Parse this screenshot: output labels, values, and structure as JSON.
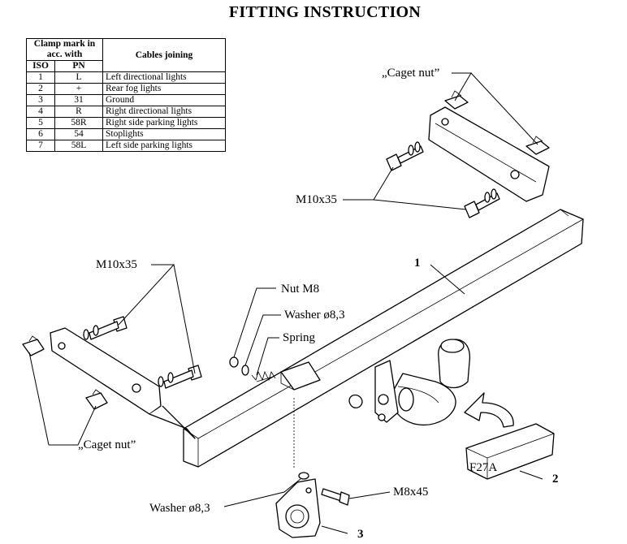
{
  "title": "FITTING INSTRUCTION",
  "table": {
    "group_header": "Clamp mark in acc. with",
    "cables_header": "Cables joining",
    "col_iso": "ISO",
    "col_pn": "PN",
    "rows": [
      {
        "iso": "1",
        "pn": "L",
        "desc": "Left directional lights"
      },
      {
        "iso": "2",
        "pn": "+",
        "desc": "Rear fog lights"
      },
      {
        "iso": "3",
        "pn": "31",
        "desc": "Ground"
      },
      {
        "iso": "4",
        "pn": "R",
        "desc": "Right directional lights"
      },
      {
        "iso": "5",
        "pn": "58R",
        "desc": "Right side parking lights"
      },
      {
        "iso": "6",
        "pn": "54",
        "desc": "Stoplights"
      },
      {
        "iso": "7",
        "pn": "58L",
        "desc": "Left side parking lights"
      }
    ]
  },
  "labels": {
    "caget_nut_top": "„Caget nut”",
    "caget_nut_bottom": "„Caget nut”",
    "m10x35_right": "M10x35",
    "m10x35_left": "M10x35",
    "nut_m8": "Nut M8",
    "washer_top": "Washer ø8,3",
    "spring": "Spring",
    "washer_bottom": "Washer ø8,3",
    "m8x45": "M8x45",
    "part_1": "1",
    "part_2": "2",
    "part_3": "3",
    "box_code": "F27A"
  }
}
